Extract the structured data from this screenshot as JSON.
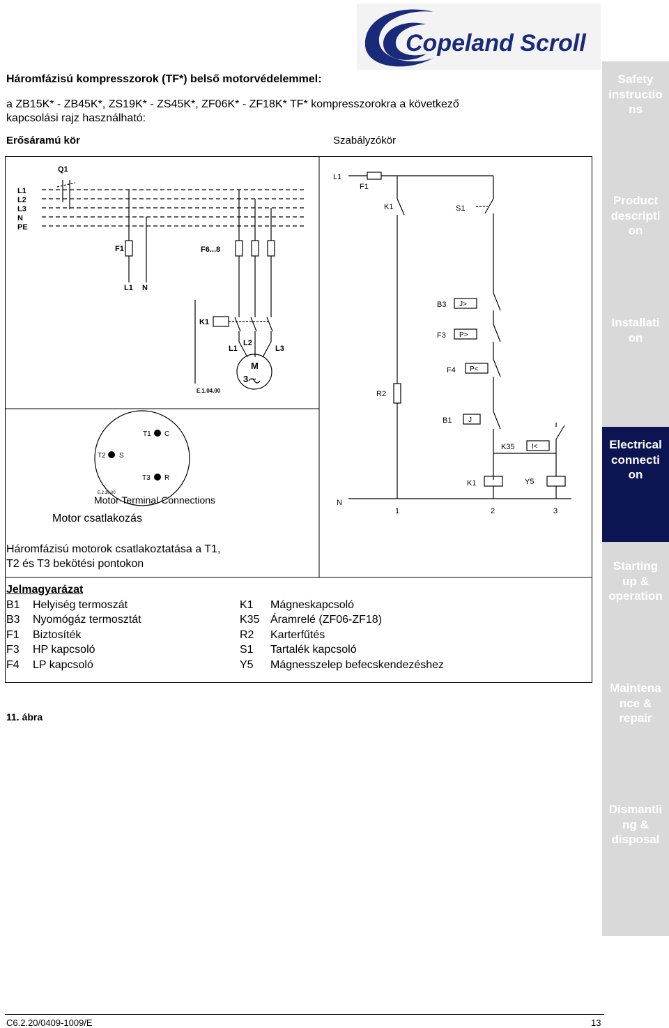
{
  "logo": {
    "brand": "Copeland Scroll",
    "colors": {
      "blue": "#1a2a7a",
      "dark": "#0c1451"
    }
  },
  "heading": "Háromfázisú kompresszorok (TF*) belső motorvédelemmel:",
  "intro": {
    "line1": "a ZB15K* - ZB45K*, ZS19K* - ZS45K*, ZF06K* - ZF18K* TF* kompresszorokra a következő",
    "line2": "kapcsolási rajz használható:"
  },
  "labels": {
    "power": "Erősáramú kör",
    "control": "Szabályzókör"
  },
  "power_diagram": {
    "q1": "Q1",
    "l1": "L1",
    "l2": "L2",
    "l3": "L3",
    "n": "N",
    "pe": "PE",
    "f1": "F1",
    "f6": "F6...8",
    "l1b": "L1",
    "nb": "N",
    "k1": "K1",
    "ml1": "L1",
    "ml2": "L2",
    "ml3": "L3",
    "motor_m": "M",
    "motor_3": "3 ~",
    "ref": "E.1.04.00"
  },
  "terminal_diagram": {
    "t1": "T1",
    "c": "C",
    "t2": "T2",
    "s": "S",
    "t3": "T3",
    "r": "R",
    "ref": "E.2.16.00",
    "title": "Motor Terminal Connections",
    "caption": "Motor csatlakozás"
  },
  "terminal_note": {
    "line1": "Háromfázisú motorok csatlakoztatása a T1,",
    "line2": "T2 és T3 bekötési pontokon"
  },
  "control_diagram": {
    "l1": "L1",
    "f1": "F1",
    "k1": "K1",
    "s1": "S1",
    "b3": "B3",
    "b3sym": "J>",
    "f3": "F3",
    "f3sym": "P>",
    "f4": "F4",
    "f4sym": "P<",
    "r2": "R2",
    "b1": "B1",
    "b1sym": "J",
    "k35": "K35",
    "k35sym": "I<",
    "k1coil": "K1",
    "y5": "Y5",
    "n": "N",
    "n1": "1",
    "n2": "2",
    "n3": "3"
  },
  "legend": {
    "title": "Jelmagyarázat",
    "left": [
      {
        "code": "B1",
        "text": "Helyiség termoszát"
      },
      {
        "code": "B3",
        "text": "Nyomógáz termosztát"
      },
      {
        "code": "F1",
        "text": "Biztosíték"
      },
      {
        "code": "F3",
        "text": "HP kapcsoló"
      },
      {
        "code": "F4",
        "text": "LP kapcsoló"
      }
    ],
    "right": [
      {
        "code": "K1",
        "text": "Mágneskapcsoló"
      },
      {
        "code": "K35",
        "text": "Áramrelé (ZF06-ZF18)"
      },
      {
        "code": "R2",
        "text": "Karterfűtés"
      },
      {
        "code": "S1",
        "text": "Tartalék kapcsoló"
      },
      {
        "code": "Y5",
        "text": "Mágnesszelep befecskendezéshez"
      }
    ]
  },
  "figure_label": "11. ábra",
  "sidebar": {
    "items": [
      {
        "line1": "Safety",
        "line2": "instructio",
        "line3": "ns"
      },
      {
        "line1": "Product",
        "line2": "descripti",
        "line3": "on"
      },
      {
        "line1": "Installati",
        "line2": "on",
        "line3": ""
      },
      {
        "line1": "Electrical",
        "line2": "connecti",
        "line3": "on"
      },
      {
        "line1": "Starting",
        "line2": "up &",
        "line3": "operation"
      },
      {
        "line1": "Maintena",
        "line2": "nce &",
        "line3": "repair"
      },
      {
        "line1": "Dismantli",
        "line2": "ng &",
        "line3": "disposal"
      }
    ]
  },
  "footer": {
    "doc_id": "C6.2.20/0409-1009/E",
    "page": "13"
  }
}
